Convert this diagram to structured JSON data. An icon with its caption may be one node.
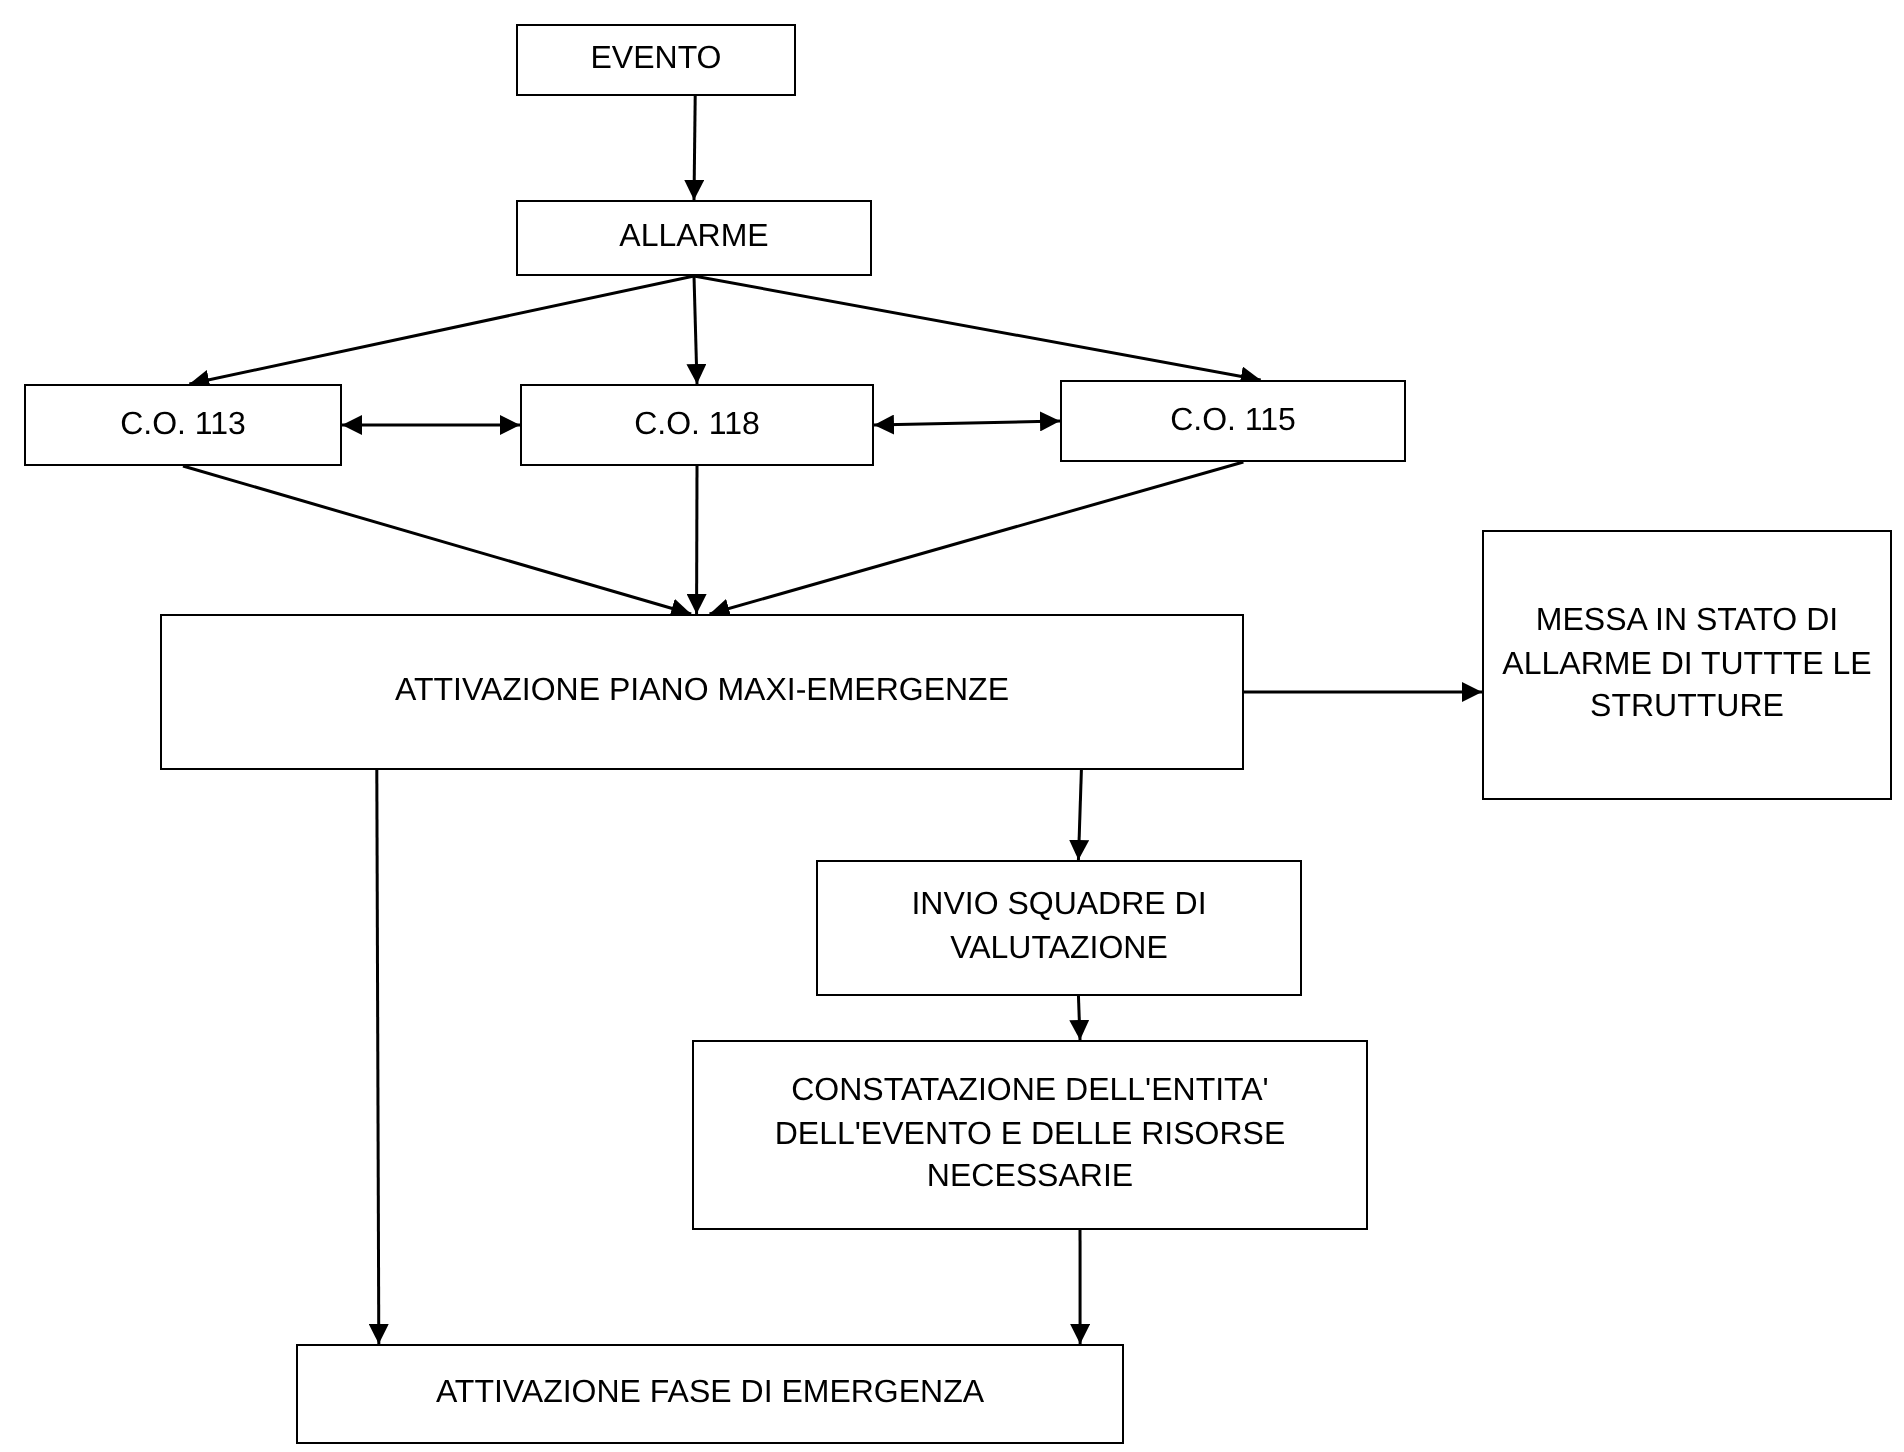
{
  "diagram": {
    "nodes": [
      {
        "text": [
          "EVENTO"
        ]
      },
      {
        "text": [
          "ALLARME"
        ]
      },
      {
        "text": [
          "C.O. 113"
        ]
      },
      {
        "text": [
          "C.O. 118"
        ]
      },
      {
        "text": [
          "C.O. 115"
        ]
      },
      {
        "text": [
          "ATTIVAZIONE PIANO MAXI-EMERGENZE"
        ]
      },
      {
        "text": [
          "MESSA IN STATO DI ALLARME DI TUTTTE LE STRUTTURE"
        ]
      },
      {
        "text": [
          "INVIO SQUADRE DI VALUTAZIONE"
        ]
      },
      {
        "text": [
          "CONSTATAZIONE DELL'ENTITA' DELL'EVENTO E DELLE RISORSE NECESSARIE"
        ]
      },
      {
        "text": [
          "ATTIVAZIONE FASE DI EMERGENZA"
        ]
      }
    ],
    "edges": [
      {
        "from": 0,
        "to": 1,
        "arrow": "to"
      },
      {
        "from": 1,
        "to": 2,
        "arrow": "to"
      },
      {
        "from": 1,
        "to": 3,
        "arrow": "to"
      },
      {
        "from": 1,
        "to": 4,
        "arrow": "to"
      },
      {
        "from": 2,
        "to": 3,
        "arrow": "both"
      },
      {
        "from": 3,
        "to": 4,
        "arrow": "both"
      },
      {
        "from": 2,
        "to": 5,
        "arrow": "to"
      },
      {
        "from": 3,
        "to": 5,
        "arrow": "to"
      },
      {
        "from": 4,
        "to": 5,
        "arrow": "to"
      },
      {
        "from": 5,
        "to": 6,
        "arrow": "to"
      },
      {
        "from": 5,
        "to": 7,
        "arrow": "to"
      },
      {
        "from": 7,
        "to": 8,
        "arrow": "to"
      },
      {
        "from": 8,
        "to": 9,
        "arrow": "to"
      },
      {
        "from": 5,
        "to": 9,
        "arrow": "to"
      }
    ]
  }
}
